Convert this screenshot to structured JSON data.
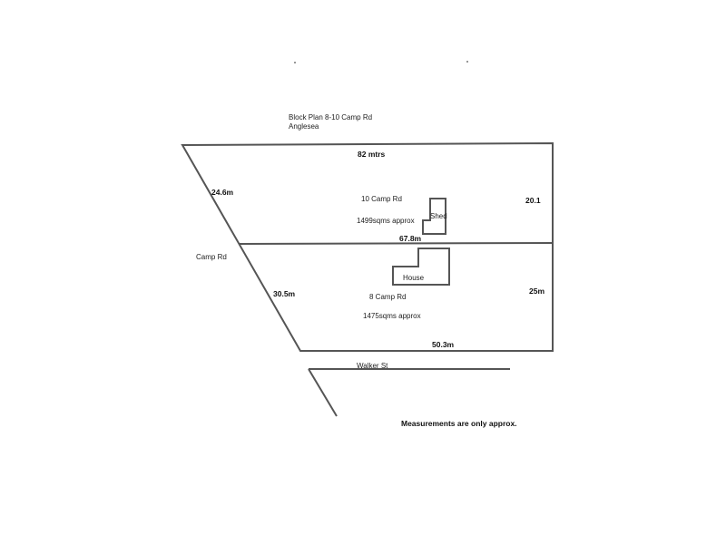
{
  "title": {
    "line1": "Block Plan 8-10 Camp Rd",
    "line2": "Anglesea"
  },
  "streets": {
    "camp_rd": "Camp Rd",
    "walker_st": "Walker St"
  },
  "measurements": {
    "top": "82 mtrs",
    "upper_left": "24.6m",
    "upper_right": "20.1",
    "middle": "67.8m",
    "lower_left": "30.5m",
    "lower_right": "25m",
    "bottom": "50.3m"
  },
  "lots": {
    "upper": {
      "name": "10 Camp Rd",
      "area": "1499sqms approx"
    },
    "lower": {
      "name": "8 Camp Rd",
      "area": "1475sqms approx"
    }
  },
  "buildings": {
    "shed": "Shed",
    "house": "House"
  },
  "note": "Measurements are only approx."
}
